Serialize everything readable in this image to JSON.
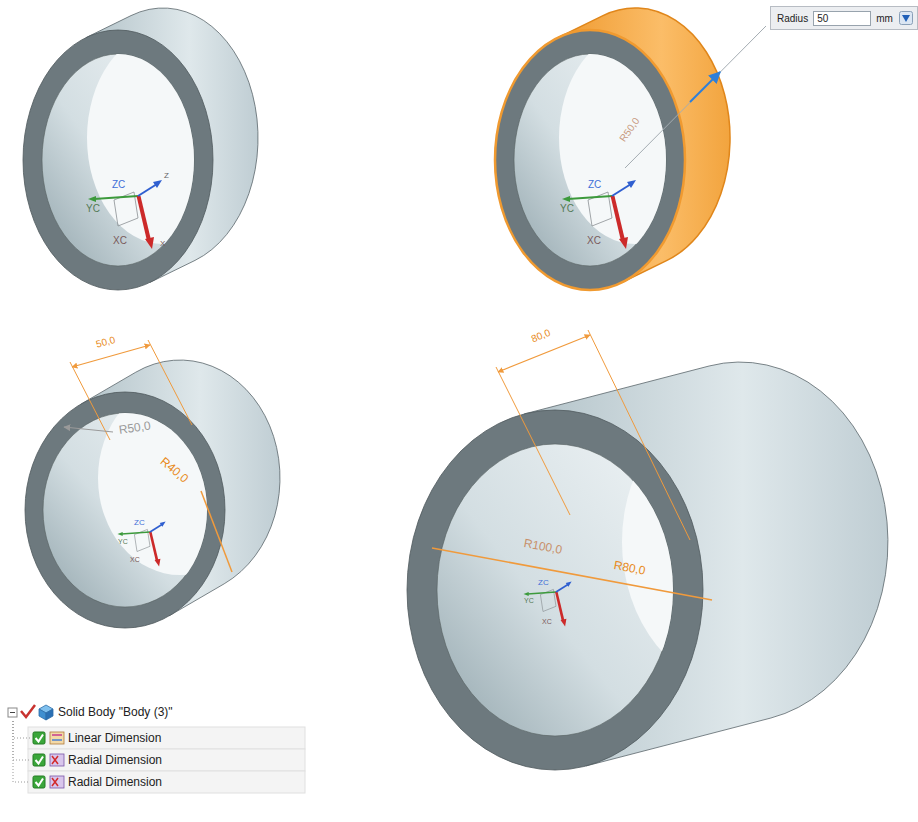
{
  "diagram": {
    "nodes": [
      {
        "text": [
          "Radius",
          "50",
          "mm"
        ]
      },
      {
        "text": [
          "Solid Body \"Body (3)\""
        ]
      },
      {
        "text": [
          "Linear Dimension"
        ]
      },
      {
        "text": [
          "Radial Dimension"
        ]
      },
      {
        "text": [
          "Radial Dimension"
        ]
      }
    ],
    "edges": [
      {
        "from": 1,
        "to": 2,
        "arrow": "none"
      },
      {
        "from": 1,
        "to": 3,
        "arrow": "none"
      },
      {
        "from": 1,
        "to": 4,
        "arrow": "none"
      }
    ],
    "labels": [
      "ZC",
      "Z",
      "YC",
      "XC",
      "X",
      "ZC",
      "YC",
      "XC",
      "R50,0",
      "50,0",
      "R50,0",
      "R40,0",
      "ZC",
      "YC",
      "XC",
      "80,0",
      "R100,0",
      "R80,0",
      "ZC",
      "YC",
      "XC"
    ]
  }
}
